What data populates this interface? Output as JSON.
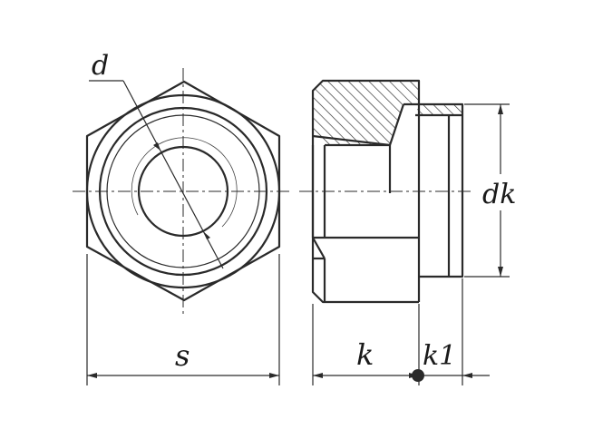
{
  "labels": {
    "d": "d",
    "s": "s",
    "k": "k",
    "k1": "k1",
    "dk": "dk"
  },
  "colors": {
    "stroke": "#2a2a2a",
    "background": "#ffffff"
  }
}
